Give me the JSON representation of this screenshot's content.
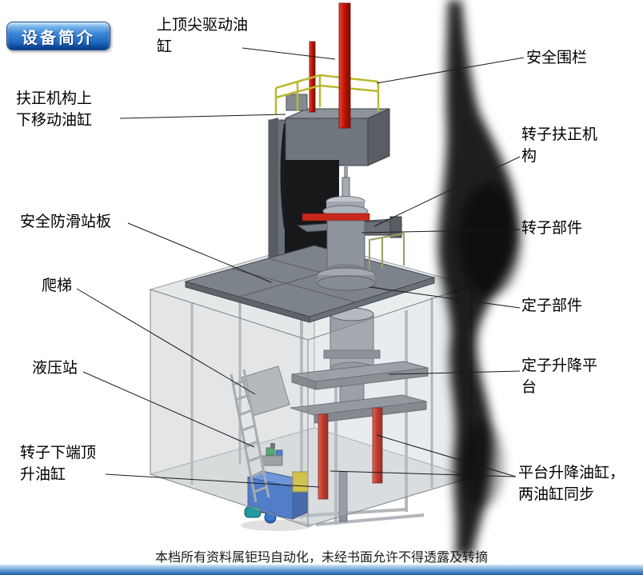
{
  "page": {
    "badge": "设备简介",
    "footer_note": "本档所有资料属钜玛自动化，未经书面允许不得透露及转摘"
  },
  "labels": {
    "top_cylinder": "上顶尖驱动油\n缸",
    "safety_fence": "安全围栏",
    "centering_cylinder": "扶正机构上\n下移动油缸",
    "rotor_centering": "转子扶正机\n构",
    "antislip_board": "安全防滑站板",
    "rotor_part": "转子部件",
    "ladder": "爬梯",
    "stator_part": "定子部件",
    "hydraulic_station": "液压站",
    "stator_lift_platform": "定子升降平\n台",
    "rotor_jack_cylinder": "转子下端顶\n升油缸",
    "platform_lift_cylinders": "平台升降油缸，\n两油缸同步"
  },
  "colors": {
    "badge_blue": "#1668c8",
    "cylinder_red": "#c21505",
    "railing_yellow": "#b9b931",
    "hydraulic_blue": "#2b63c8",
    "structure_gray": "#8f959c",
    "footer_bar_blue": "#1d5cab"
  }
}
